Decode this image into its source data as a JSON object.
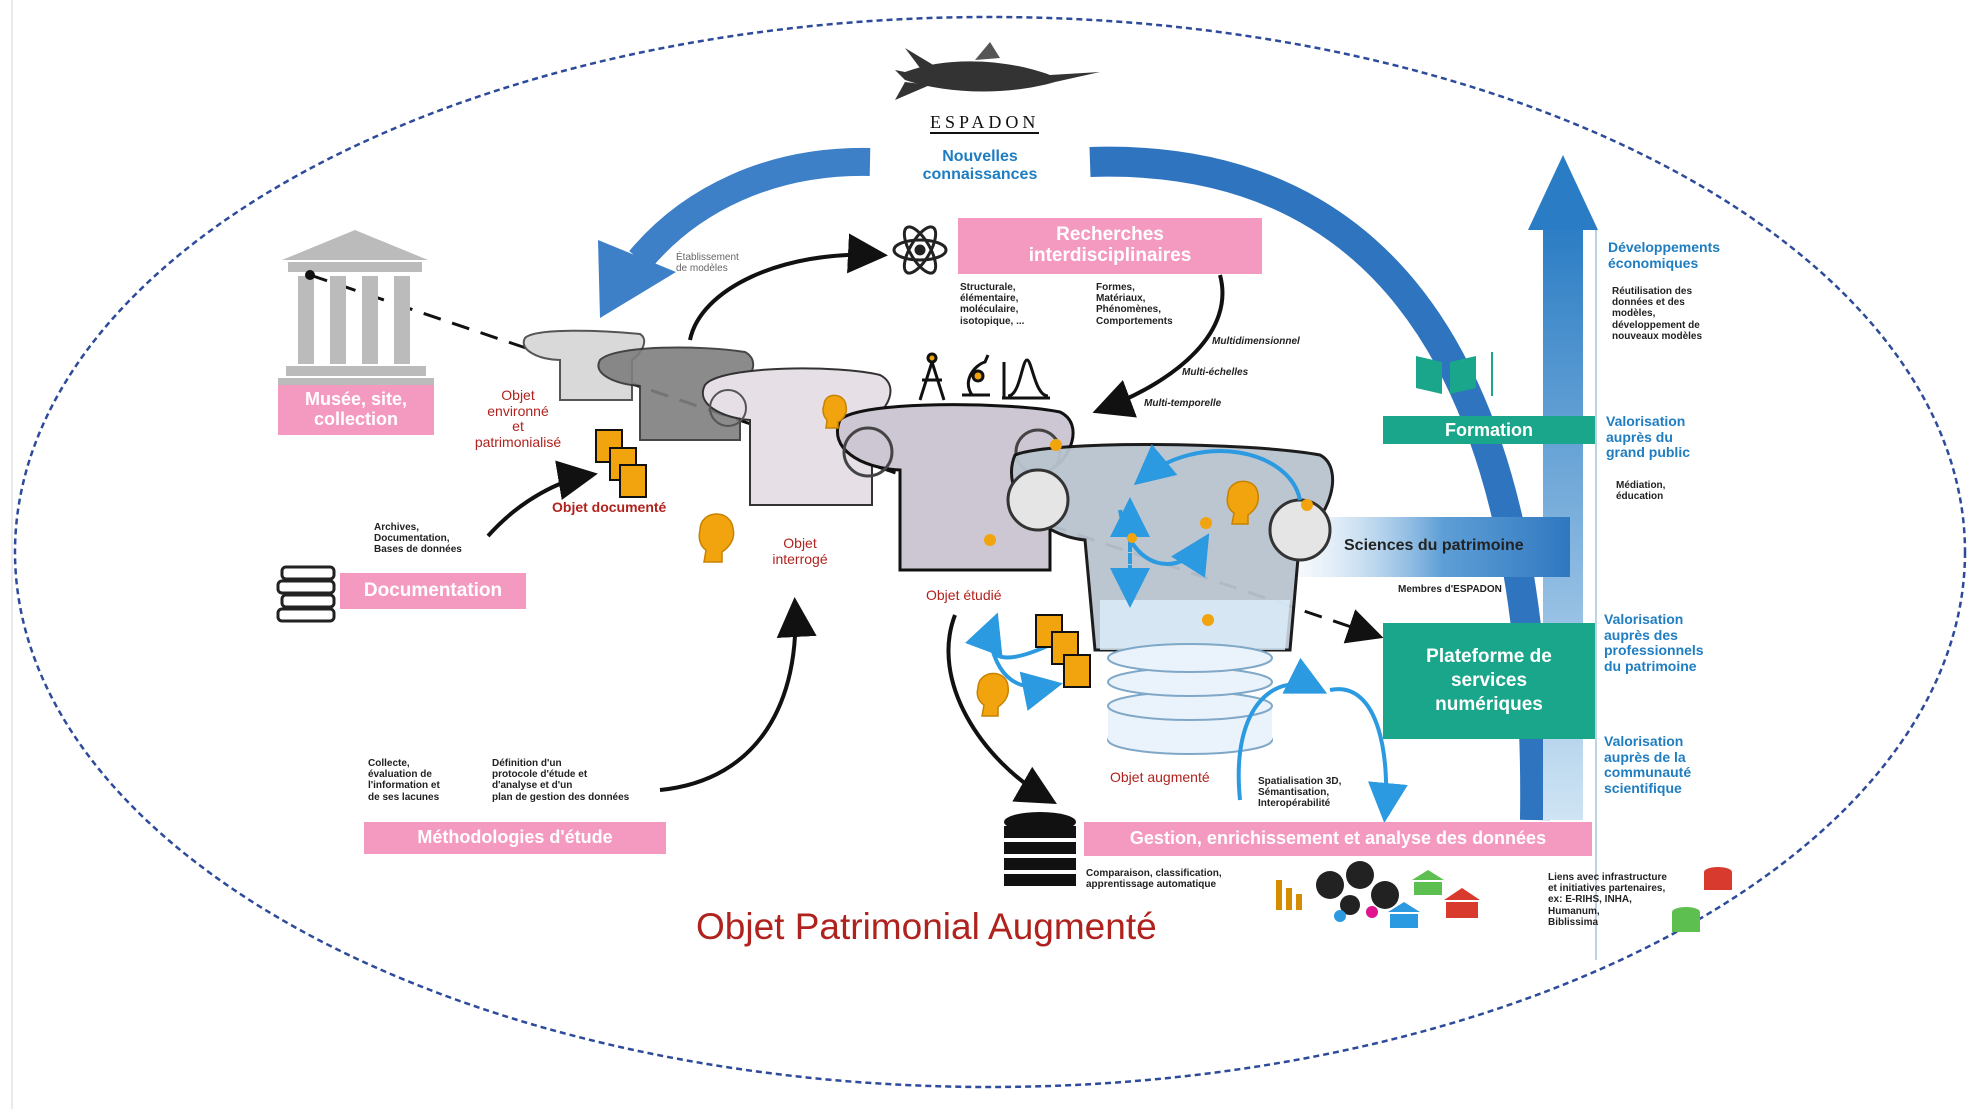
{
  "logo": {
    "caption": "ESPADON"
  },
  "top": {
    "nouvelles": "Nouvelles\nconnaissances",
    "etablissement": "Établissement\nde modèles"
  },
  "recherches": {
    "title": "Recherches\ninterdisciplinaires",
    "col1": "Structurale,\nélémentaire,\nmoléculaire,\nisotopique, ...",
    "col2": "Formes,\nMatériaux,\nPhénomènes,\nComportements"
  },
  "dimensions": {
    "multi": "Multidimensionnel",
    "echelles": "Multi-échelles",
    "temporelle": "Multi-temporelle"
  },
  "musee": {
    "label": "Musée, site,\ncollection"
  },
  "objets": {
    "environne": "Objet\nenvironné\net\npatrimonialisé",
    "documente": "Objet documenté",
    "interroge": "Objet\ninterrogé",
    "etudie": "Objet étudié",
    "augmente": "Objet augmenté"
  },
  "documentation": {
    "label": "Documentation",
    "sources": "Archives,\nDocumentation,\nBases de données"
  },
  "methodologies": {
    "label": "Méthodologies d'étude",
    "col1": "Collecte,\névaluation de\nl'information et\nde ses lacunes",
    "col2": "Définition d'un\nprotocole d'étude et\nd'analyse et d'un\nplan de gestion des données"
  },
  "sciences": {
    "label": "Sciences du patrimoine",
    "membres": "Membres d'ESPADON"
  },
  "formation": {
    "label": "Formation"
  },
  "plateforme": {
    "label": "Plateforme de\nservices\nnumériques"
  },
  "gestion": {
    "label": "Gestion, enrichissement et analyse des données",
    "methods": "Comparaison, classification,\napprentissage automatique",
    "spatial": "Spatialisation 3D,\nSémantisation,\nInteropérabilité"
  },
  "right": {
    "dev_title": "Développements\néconomiques",
    "dev_sub": "Réutilisation des\ndonnées et des\nmodèles,\ndéveloppement de\nnouveaux modèles",
    "gp_title": "Valorisation\nauprès du\ngrand public",
    "gp_sub": "Médiation,\néducation",
    "pro_title": "Valorisation\nauprès des\nprofessionnels\ndu patrimoine",
    "sci_title": "Valorisation\nauprès de la\ncommunauté\nscientifique",
    "liens": "Liens avec infrastructure\net initiatives partenaires,\nex: E-RIHS, INHA,\nHumanum,\nBiblissima"
  },
  "main_title": "Objet Patrimonial Augmenté",
  "colors": {
    "pink": "#f49ac1",
    "green": "#1aa68a",
    "blue": "#1f7dc1",
    "red": "#b0221d",
    "orange": "#f2a40f"
  }
}
